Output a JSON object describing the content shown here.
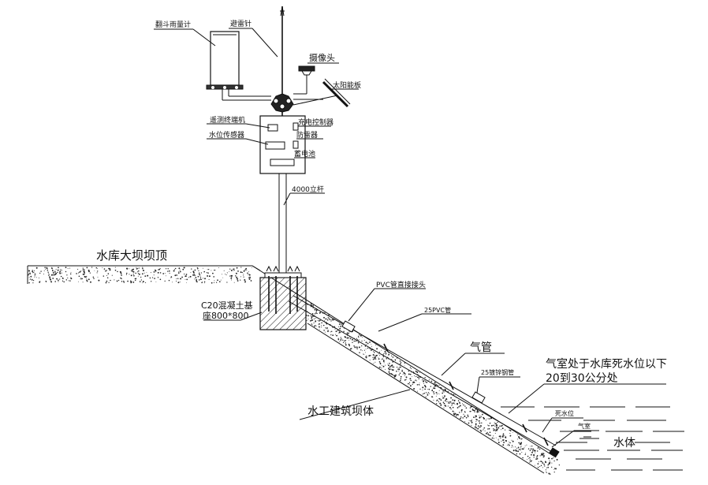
{
  "labels": {
    "rain_gauge": "翻斗雨量计",
    "lightning_rod": "避雷针",
    "camera": "摄像头",
    "solar_panel": "太阳能板",
    "telemetry_terminal": "遥测终端机",
    "charge_controller": "充电控制器",
    "lightning_arrester": "防雷器",
    "water_level_sensor": "水位传感器",
    "battery": "蓄电池",
    "pole": "4000立杆",
    "dam_crest": "水库大坝坝顶",
    "foundation_line1": "C20混凝土基",
    "foundation_line2": "座800*800",
    "pvc_joint": "PVC管直接接头",
    "pvc_pipe": "25PVC管",
    "air_pipe": "气管",
    "galv_pipe": "25镀锌钢管",
    "air_chamber_note_line1": "气室处于水库死水位以下",
    "air_chamber_note_line2": "20到30公分处",
    "dam_body": "水工建筑坝体",
    "dead_water_level": "死水位",
    "air_chamber": "气室",
    "water_body": "水体"
  }
}
